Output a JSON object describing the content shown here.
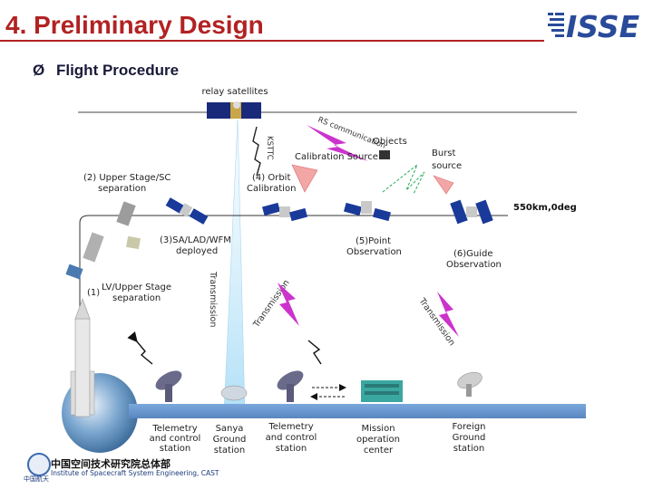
{
  "header": {
    "title": "4. Preliminary Design",
    "logo_text": "ISSE"
  },
  "bullet": {
    "marker": "Ø",
    "text": "Flight Procedure"
  },
  "diagram": {
    "relay_satellites": "relay satellites",
    "rs_communication": "RS communication",
    "ksttc": "KSTTC",
    "objects": "Objects",
    "burst_source_line1": "Burst",
    "burst_source_line2": "source",
    "calibration_source": "Calibration Source",
    "orbit_label": "550km,0deg",
    "step2_line1": "(2) Upper Stage/SC",
    "step2_line2": "separation",
    "step4_line1": "(4) Orbit",
    "step4_line2": "Calibration",
    "step3_line1": "(3)SA/LAD/WFM",
    "step3_line2": "deployed",
    "step5_line1": "(5)Point",
    "step5_line2": "Observation",
    "step6_line1": "(6)Guide",
    "step6_line2": "Observation",
    "step1_num": "(1)",
    "step1_line1": "LV/Upper Stage",
    "step1_line2": "separation",
    "transmission_a": "Transmission",
    "transmission_b": "Transmission",
    "transmission_c": "Transmission",
    "ground": {
      "telemetry1_line1": "Telemetry",
      "telemetry1_line2": "and control",
      "telemetry1_line3": "station",
      "sanya_line1": "Sanya",
      "sanya_line2": "Ground",
      "sanya_line3": "station",
      "telemetry2_line1": "Telemetry",
      "telemetry2_line2": "and control",
      "telemetry2_line3": "station",
      "mission_line1": "Mission",
      "mission_line2": "operation",
      "mission_line3": "center",
      "foreign_line1": "Foreign",
      "foreign_line2": "Ground",
      "foreign_line3": "station"
    }
  },
  "footer": {
    "org_cn": "中国空间技术研究院总体部",
    "org_en": "Institute of Spacecraft System Engineering, CAST",
    "logo_cn": "中国航天"
  },
  "colors": {
    "title": "#b22222",
    "beam": "#cc33cc",
    "ground": "#6b9bd2",
    "panel": "#1a3a9a"
  }
}
